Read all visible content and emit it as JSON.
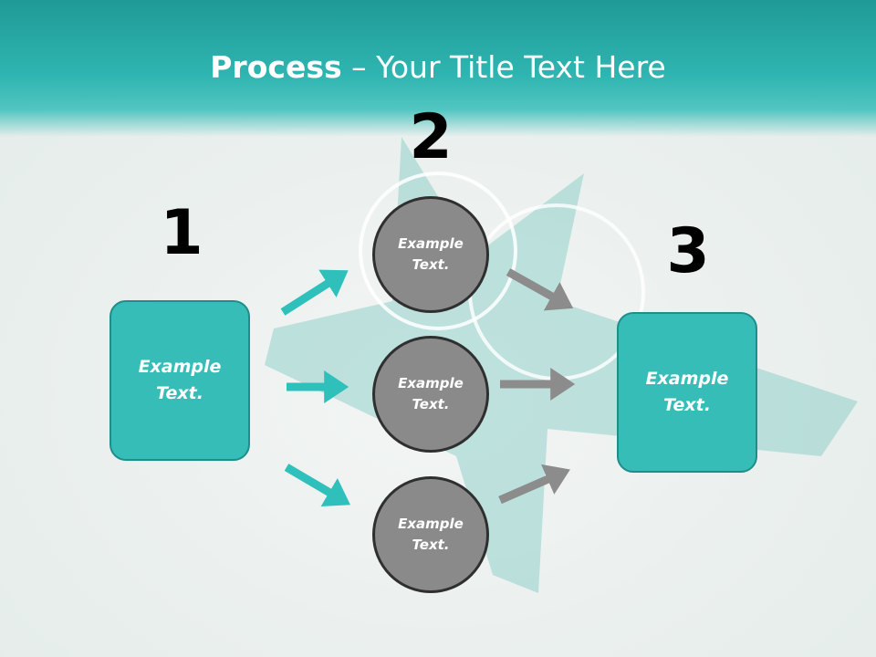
{
  "title": {
    "bold": "Process",
    "rest": " – Your Title Text Here"
  },
  "steps": [
    {
      "number": "1",
      "label": "Example\nText."
    },
    {
      "number": "2",
      "label": ""
    },
    {
      "number": "3",
      "label": "Example\nText."
    }
  ],
  "circles": [
    {
      "label": "Example\nText."
    },
    {
      "label": "Example\nText."
    },
    {
      "label": "Example\nText."
    }
  ],
  "colors": {
    "teal": "#36bdb8",
    "teal_border": "#1e8e8a",
    "gray": "#8a8a8a",
    "arrow_teal": "#2fc0bb",
    "arrow_gray": "#8c8c8c"
  }
}
